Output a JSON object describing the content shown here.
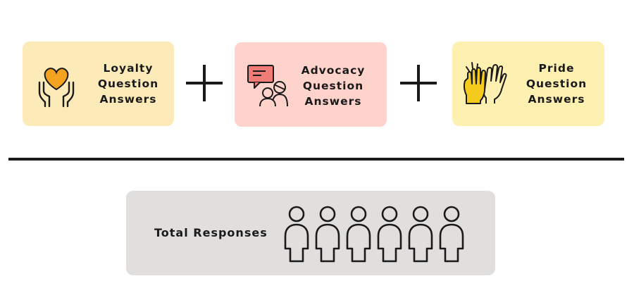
{
  "equation": {
    "terms": [
      {
        "id": "loyalty",
        "label_lines": [
          "Loyalty",
          "Question",
          "Answers"
        ],
        "icon": "hands-heart-icon",
        "background": "#fcebb8",
        "accent": "#f4a321"
      },
      {
        "id": "advocacy",
        "label_lines": [
          "Advocacy",
          "Question",
          "Answers"
        ],
        "icon": "people-speech-bubble-icon",
        "background": "#fdd3cb",
        "accent": "#f07c78"
      },
      {
        "id": "pride",
        "label_lines": [
          "Pride",
          "Question",
          "Answers"
        ],
        "icon": "high-five-icon",
        "background": "#fef0b0",
        "accent": "#f5cc1d"
      }
    ],
    "operator": "plus-icon",
    "result": {
      "label": "Total Responses",
      "icon": "person-icon",
      "person_count": 6,
      "background": "#e1dfdd"
    }
  }
}
